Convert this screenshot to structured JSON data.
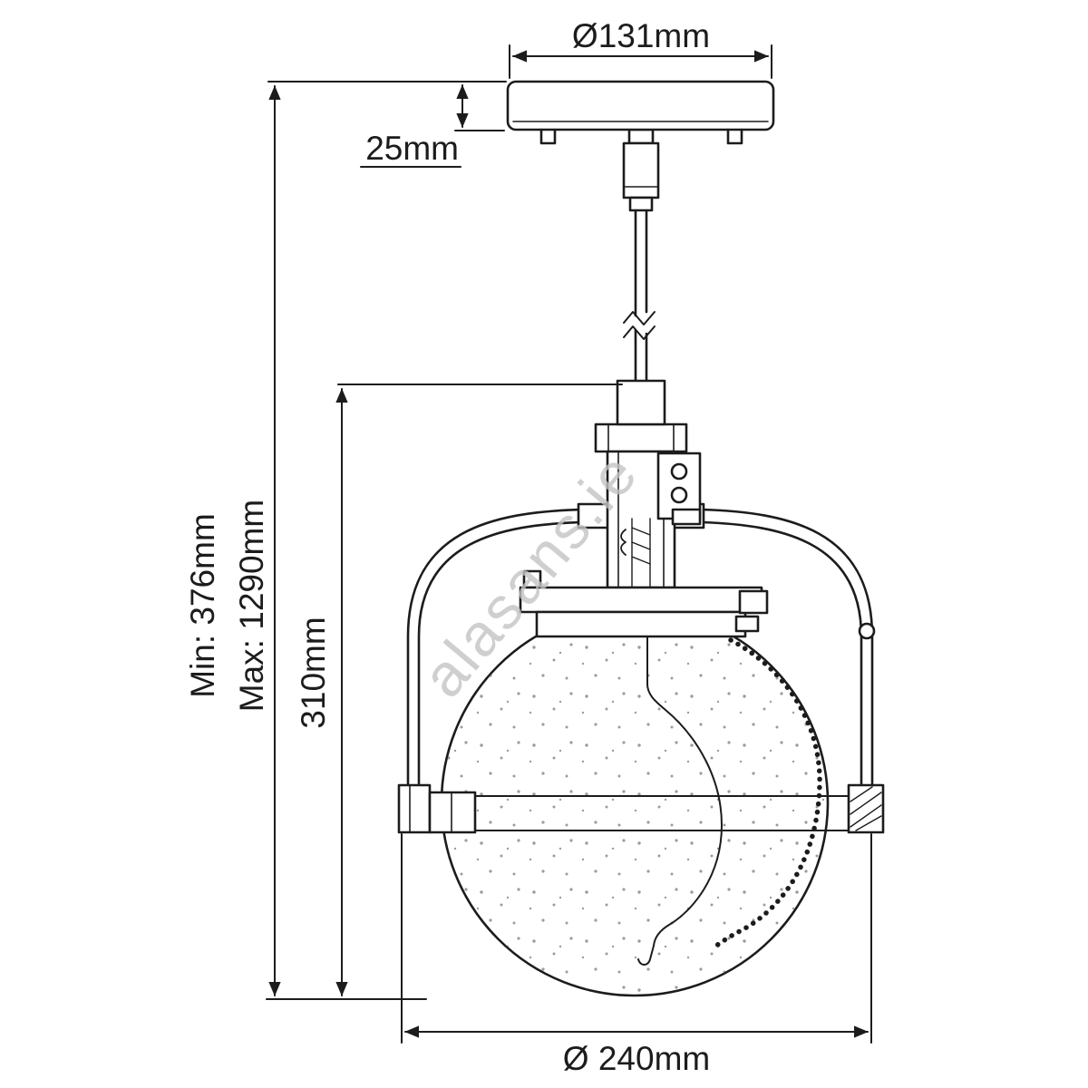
{
  "watermark": "alasans.ie",
  "dimensions": {
    "canopy_diameter": "Ø131mm",
    "canopy_thickness": "25mm",
    "overall_min": "Min: 376mm",
    "overall_max": "Max: 1290mm",
    "body_height": "310mm",
    "shade_diameter": "Ø 240mm"
  },
  "colors": {
    "background": "#ffffff",
    "line": "#1c1c1c",
    "watermark": "#c4c4c4"
  }
}
